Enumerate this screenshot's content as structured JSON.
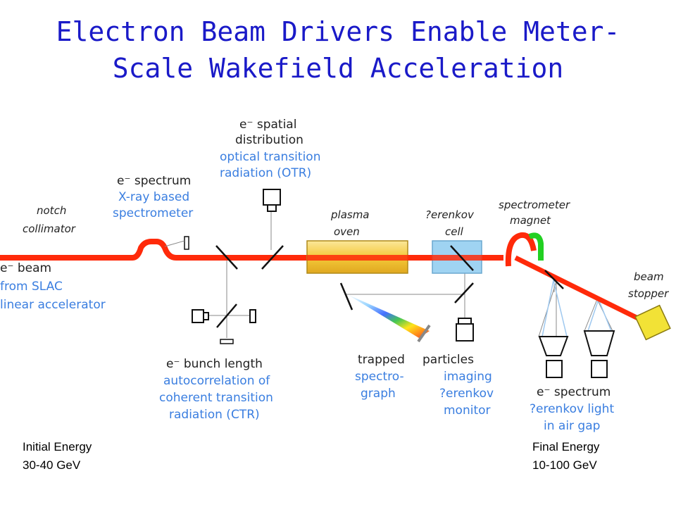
{
  "title_line1": "Electron Beam Drivers Enable Meter-",
  "title_line2": "Scale Wakefield Acceleration",
  "labels": {
    "spatial_line1": "e⁻ spatial",
    "spatial_line2": "distribution",
    "otr_line1": "optical transition",
    "otr_line2": "radiation (OTR)",
    "spectrum_line1": "e⁻ spectrum",
    "xray_line1": "X-ray based",
    "xray_line2": "spectrometer",
    "notch_line1": "notch",
    "notch_line2": "collimator",
    "plasma_line1": "plasma",
    "plasma_line2": "oven",
    "cerenkov_line1": "?erenkov",
    "cerenkov_line2": "cell",
    "specmag_line1": "spectrometer",
    "specmag_line2": "magnet",
    "beam_line1": "e⁻ beam",
    "beam_line2": "from SLAC",
    "beam_line3": "linear accelerator",
    "stopper_line1": "beam",
    "stopper_line2": "stopper",
    "bunch_line1": "e⁻ bunch length",
    "ctr_line1": "autocorrelation of",
    "ctr_line2": "coherent transition",
    "ctr_line3": "radiation (CTR)",
    "trapped": "trapped",
    "particles": "particles",
    "spectro_line1": "spectro-",
    "spectro_line2": "graph",
    "imaging_line1": "imaging",
    "imaging_line2": "?erenkov",
    "imaging_line3": "monitor",
    "espec2_line1": "e⁻ spectrum",
    "airgap_line1": "?erenkov light",
    "airgap_line2": "in air gap"
  },
  "initial_energy_label": "Initial Energy",
  "initial_energy_value": "30-40 GeV",
  "final_energy_label": "Final Energy",
  "final_energy_value": "10-100 GeV",
  "colors": {
    "beam": "#ff2a0a",
    "title": "#1a1ac8",
    "blue_text": "#3a7ee0",
    "oven": "#f4c93a",
    "cell": "#9fd3f2",
    "magnet": "#22d022",
    "stopper": "#f2e236"
  }
}
